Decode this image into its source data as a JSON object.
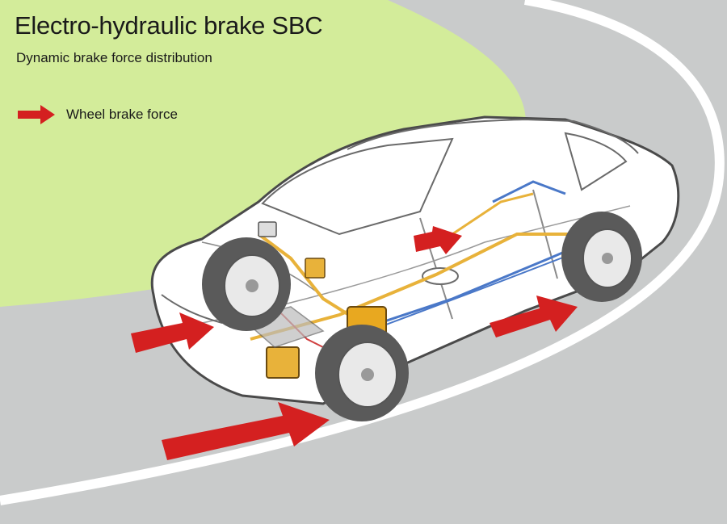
{
  "figure": {
    "title": "Electro-hydraulic brake SBC",
    "subtitle": "Dynamic brake force distribution",
    "legend": [
      {
        "label": "Wheel brake force",
        "icon": "red-arrow-icon",
        "color": "#d42020"
      }
    ]
  },
  "colors": {
    "background_green": "#d3ec9a",
    "road_gray": "#c9cbcb",
    "road_line": "#ffffff",
    "car_body": "#ffffff",
    "car_outline": "#4a4a4a",
    "arrow_red": "#d42020",
    "hydraulic_line": "#e8b23a",
    "brake_line_blue": "#4a78c8",
    "brake_line_red": "#d04040"
  }
}
